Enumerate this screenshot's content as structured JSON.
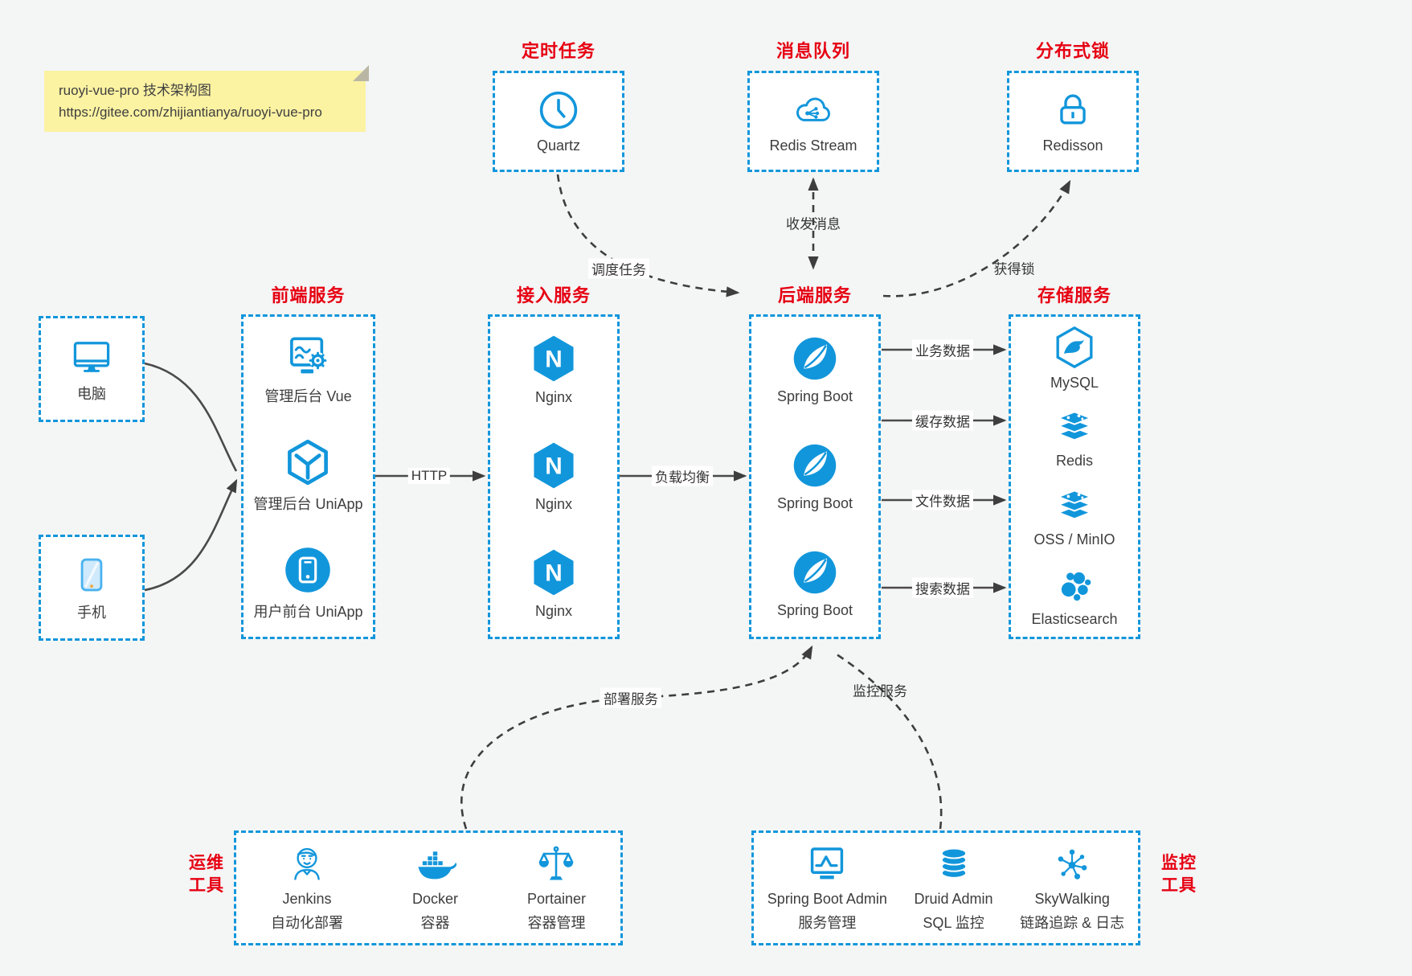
{
  "note": {
    "line1": "ruoyi-vue-pro 技术架构图",
    "line2": "https://gitee.com/zhijiantianya/ruoyi-vue-pro"
  },
  "top_services": [
    {
      "title": "定时任务",
      "label": "Quartz",
      "icon": "clock-icon"
    },
    {
      "title": "消息队列",
      "label": "Redis Stream",
      "icon": "mq-cloud-icon"
    },
    {
      "title": "分布式锁",
      "label": "Redisson",
      "icon": "lock-icon"
    }
  ],
  "clients": [
    {
      "label": "电脑",
      "icon": "desktop-icon"
    },
    {
      "label": "手机",
      "icon": "mobile-icon"
    }
  ],
  "frontend": {
    "title": "前端服务",
    "items": [
      "管理后台 Vue",
      "管理后台 UniApp",
      "用户前台 UniApp"
    ]
  },
  "gateway": {
    "title": "接入服务",
    "items": [
      "Nginx",
      "Nginx",
      "Nginx"
    ]
  },
  "backend": {
    "title": "后端服务",
    "items": [
      "Spring Boot",
      "Spring Boot",
      "Spring Boot"
    ]
  },
  "storage": {
    "title": "存储服务",
    "items": [
      "MySQL",
      "Redis",
      "OSS / MinIO",
      "Elasticsearch"
    ]
  },
  "ops": {
    "title_line1": "运维",
    "title_line2": "工具",
    "items": [
      {
        "name": "Jenkins",
        "desc": "自动化部署"
      },
      {
        "name": "Docker",
        "desc": "容器"
      },
      {
        "name": "Portainer",
        "desc": "容器管理"
      }
    ]
  },
  "monitor": {
    "title_line1": "监控",
    "title_line2": "工具",
    "items": [
      {
        "name": "Spring Boot Admin",
        "desc": "服务管理"
      },
      {
        "name": "Druid Admin",
        "desc": "SQL 监控"
      },
      {
        "name": "SkyWalking",
        "desc": "链路追踪 & 日志"
      }
    ]
  },
  "edges": {
    "http": "HTTP",
    "load_balance": "负载均衡",
    "biz_data": "业务数据",
    "cache_data": "缓存数据",
    "file_data": "文件数据",
    "search_data": "搜索数据",
    "send_receive_msg": "收发消息",
    "schedule_task": "调度任务",
    "acquire_lock": "获得锁",
    "deploy_service": "部署服务",
    "monitor_service": "监控服务"
  },
  "colors": {
    "accent_blue": "#1296db",
    "title_red": "#e60012",
    "arrow_gray": "#3e3e3e",
    "note_bg": "#fbf2a2",
    "page_bg": "#f4f5f5"
  }
}
